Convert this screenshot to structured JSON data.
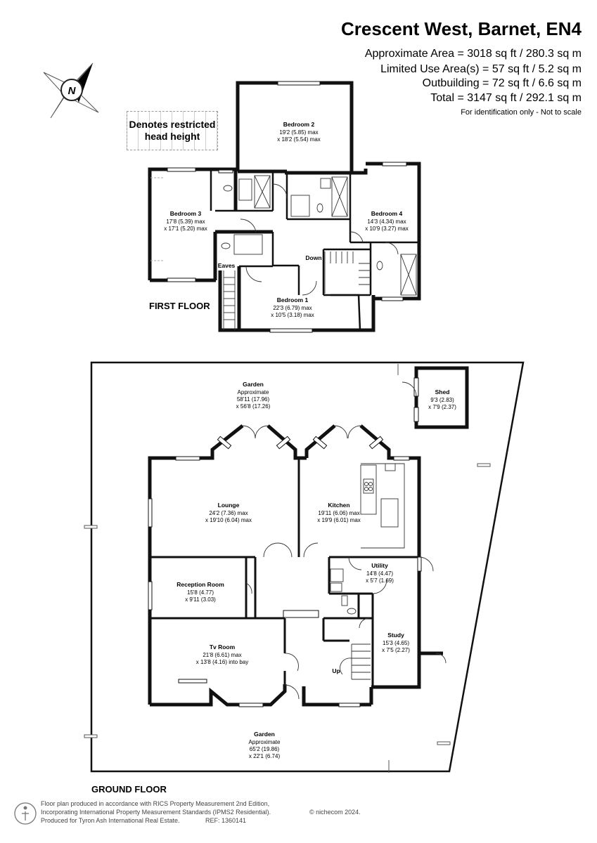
{
  "header": {
    "address": "Crescent West, Barnet, EN4",
    "area_lines": [
      "Approximate Area = 3018 sq ft / 280.3 sq m",
      "Limited Use Area(s) = 57 sq ft / 5.2 sq m",
      "Outbuilding = 72 sq ft / 6.6 sq m",
      "Total = 3147 sq ft / 292.1 sq m"
    ],
    "disclaimer": "For identification only - Not to scale"
  },
  "compass": {
    "letter": "N"
  },
  "legend": {
    "line1": "Denotes restricted",
    "line2": "head height"
  },
  "first_floor": {
    "label": "FIRST FLOOR",
    "rooms": [
      {
        "id": "bedroom2",
        "name": "Bedroom 2",
        "dim1": "19'2 (5.85) max",
        "dim2": "x 18'2 (5.54) max"
      },
      {
        "id": "bedroom3",
        "name": "Bedroom 3",
        "dim1": "17'8 (5.39) max",
        "dim2": "x 17'1 (5.20) max"
      },
      {
        "id": "bedroom4",
        "name": "Bedroom 4",
        "dim1": "14'3 (4.34) max",
        "dim2": "x 10'9 (3.27) max"
      },
      {
        "id": "bedroom1",
        "name": "Bedroom 1",
        "dim1": "22'3 (6.79) max",
        "dim2": "x 10'5 (3.18) max"
      }
    ],
    "eaves": "Eaves",
    "stairs": "Down"
  },
  "ground_floor": {
    "label": "GROUND FLOOR",
    "rooms": [
      {
        "id": "garden_rear",
        "name": "Garden",
        "dim0": "Approximate",
        "dim1": "58'11 (17.96)",
        "dim2": "x 56'8 (17.26)"
      },
      {
        "id": "shed",
        "name": "Shed",
        "dim1": "9'3 (2.83)",
        "dim2": "x 7'9 (2.37)"
      },
      {
        "id": "lounge",
        "name": "Lounge",
        "dim1": "24'2 (7.36) max",
        "dim2": "x 19'10 (6.04) max"
      },
      {
        "id": "kitchen",
        "name": "Kitchen",
        "dim1": "19'11 (6.06) max",
        "dim2": "x 19'9 (6.01) max"
      },
      {
        "id": "utility",
        "name": "Utility",
        "dim1": "14'8 (4.47)",
        "dim2": "x 5'7 (1.69)"
      },
      {
        "id": "reception",
        "name": "Reception Room",
        "dim1": "15'8 (4.77)",
        "dim2": "x 9'11 (3.03)"
      },
      {
        "id": "study",
        "name": "Study",
        "dim1": "15'3 (4.65)",
        "dim2": "x 7'5 (2.27)"
      },
      {
        "id": "tvroom",
        "name": "Tv Room",
        "dim1": "21'8 (6.61) max",
        "dim2": "x 13'8 (4.16) into bay"
      },
      {
        "id": "garden_front",
        "name": "Garden",
        "dim0": "Approximate",
        "dim1": "65'2 (19.86)",
        "dim2": "x 22'1 (6.74)"
      }
    ],
    "stairs": "Up"
  },
  "footer": {
    "line1": "Floor plan produced in accordance with RICS Property Measurement 2nd Edition,",
    "line2": "Incorporating International Property Measurement Standards (IPMS2 Residential).",
    "copyright": "© nichecom 2024.",
    "line3": "Produced for Tyron Ash International Real Estate.",
    "ref": "REF: 1360141"
  }
}
